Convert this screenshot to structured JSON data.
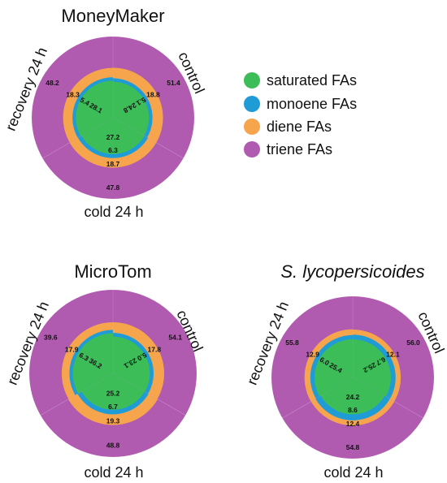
{
  "colors": {
    "saturated": "#3dbd58",
    "monoene": "#1f9cd6",
    "diene": "#f6a54c",
    "triene": "#b05ab0"
  },
  "legend": [
    {
      "key": "saturated",
      "label": "saturated FAs"
    },
    {
      "key": "monoene",
      "label": "monoene FAs"
    },
    {
      "key": "diene",
      "label": "diene FAs"
    },
    {
      "key": "triene",
      "label": "triene FAs"
    }
  ],
  "chart_data": [
    {
      "type": "radial-bar",
      "title": "MoneyMaker",
      "italic": false,
      "conditions": [
        "control",
        "cold 24 h",
        "recovery 24 h"
      ],
      "series": [
        {
          "name": "saturated FAs",
          "key": "saturated",
          "values": [
            24.8,
            27.2,
            28.1
          ]
        },
        {
          "name": "monoene FAs",
          "key": "monoene",
          "values": [
            5.1,
            6.3,
            5.4
          ]
        },
        {
          "name": "diene FAs",
          "key": "diene",
          "values": [
            18.8,
            18.7,
            18.3
          ]
        },
        {
          "name": "triene FAs",
          "key": "triene",
          "values": [
            51.4,
            47.8,
            48.2
          ]
        }
      ]
    },
    {
      "type": "radial-bar",
      "title": "MicroTom",
      "italic": false,
      "conditions": [
        "control",
        "cold 24 h",
        "recovery 24 h"
      ],
      "series": [
        {
          "name": "saturated FAs",
          "key": "saturated",
          "values": [
            23.1,
            25.2,
            36.2
          ]
        },
        {
          "name": "monoene FAs",
          "key": "monoene",
          "values": [
            5.0,
            6.7,
            6.3
          ]
        },
        {
          "name": "diene FAs",
          "key": "diene",
          "values": [
            17.8,
            19.3,
            17.9
          ]
        },
        {
          "name": "triene FAs",
          "key": "triene",
          "values": [
            54.1,
            48.8,
            39.6
          ]
        }
      ]
    },
    {
      "type": "radial-bar",
      "title": "S. lycopersicoides",
      "italic": true,
      "conditions": [
        "control",
        "cold 24 h",
        "recovery 24 h"
      ],
      "series": [
        {
          "name": "saturated FAs",
          "key": "saturated",
          "values": [
            25.2,
            24.2,
            25.4
          ]
        },
        {
          "name": "monoene FAs",
          "key": "monoene",
          "values": [
            6.7,
            8.6,
            6.0
          ]
        },
        {
          "name": "diene FAs",
          "key": "diene",
          "values": [
            12.1,
            12.4,
            12.9
          ]
        },
        {
          "name": "triene FAs",
          "key": "triene",
          "values": [
            56.0,
            54.8,
            55.8
          ]
        }
      ]
    }
  ]
}
